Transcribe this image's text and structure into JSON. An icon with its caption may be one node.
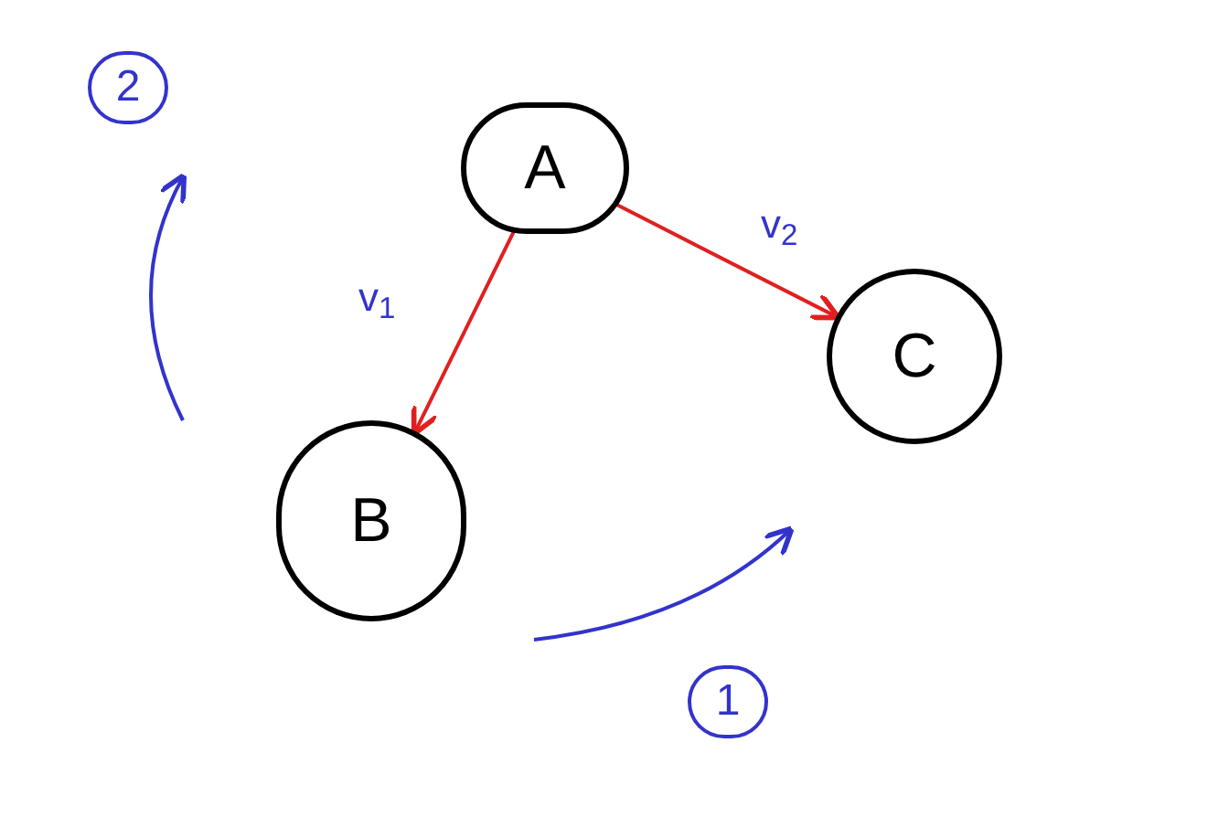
{
  "diagram": {
    "nodes": [
      {
        "text": [
          "A"
        ]
      },
      {
        "text": [
          "B"
        ]
      },
      {
        "text": [
          "C"
        ]
      }
    ],
    "edges": [
      {
        "from": 0,
        "to": 1,
        "arrow": "to",
        "label": "v$_{1}$"
      },
      {
        "from": 0,
        "to": 2,
        "arrow": "to",
        "label": "v$_{2}$"
      }
    ],
    "labels": [
      "2",
      "1"
    ]
  }
}
